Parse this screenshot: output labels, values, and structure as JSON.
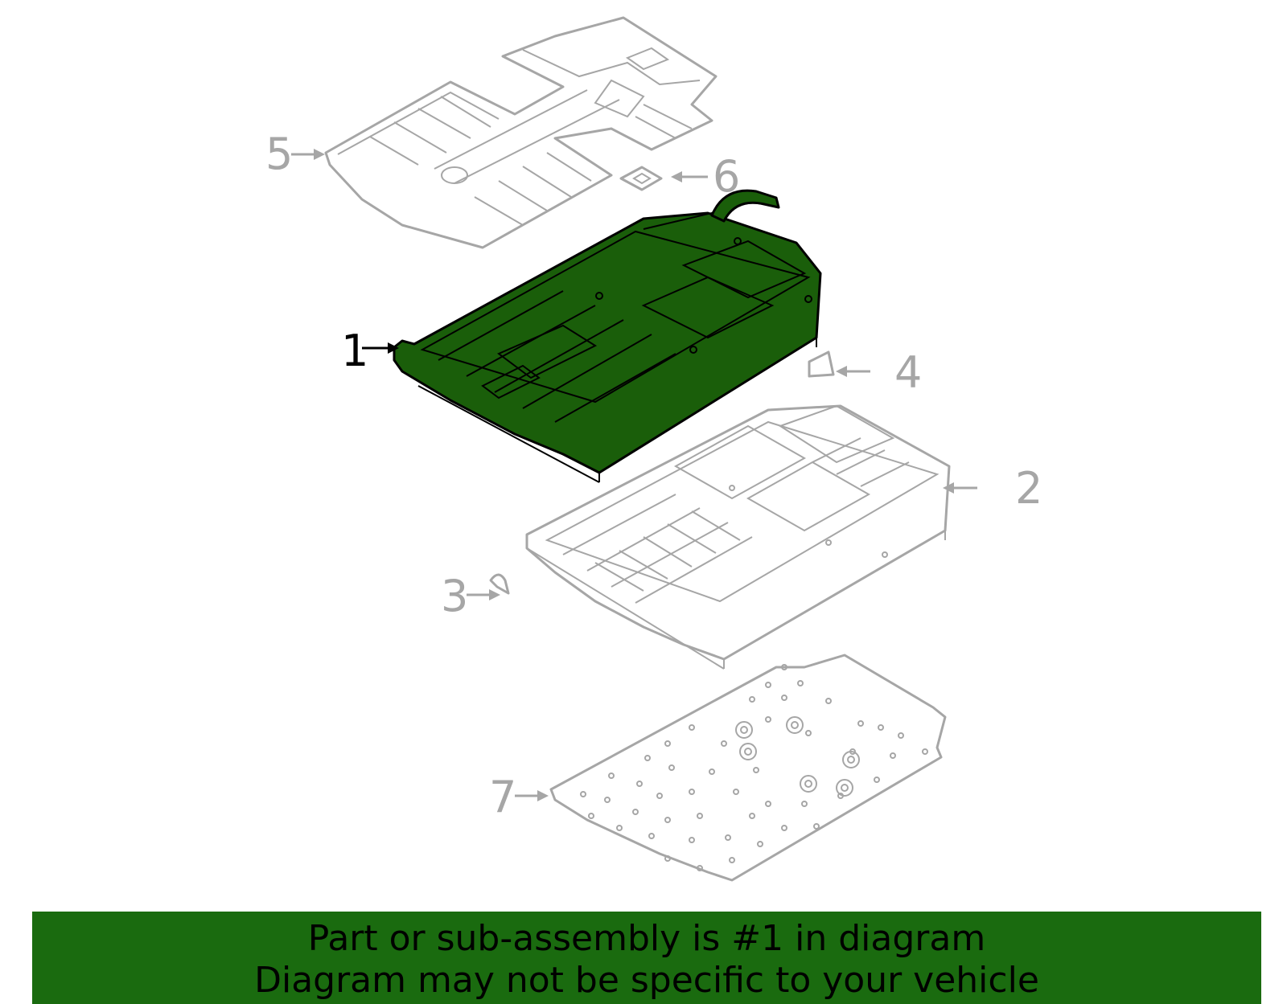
{
  "diagram": {
    "colors": {
      "highlight": "#1a5e0a",
      "line": "#a6a6a6",
      "banner": "#1a6b0f"
    },
    "callouts": [
      {
        "id": "1",
        "label": "1",
        "highlighted": true
      },
      {
        "id": "2",
        "label": "2",
        "highlighted": false
      },
      {
        "id": "3",
        "label": "3",
        "highlighted": false
      },
      {
        "id": "4",
        "label": "4",
        "highlighted": false
      },
      {
        "id": "5",
        "label": "5",
        "highlighted": false
      },
      {
        "id": "6",
        "label": "6",
        "highlighted": false
      },
      {
        "id": "7",
        "label": "7",
        "highlighted": false
      }
    ]
  },
  "banner": {
    "line1": "Part or sub-assembly is #1 in diagram",
    "line2": "Diagram may not be specific to your vehicle"
  }
}
